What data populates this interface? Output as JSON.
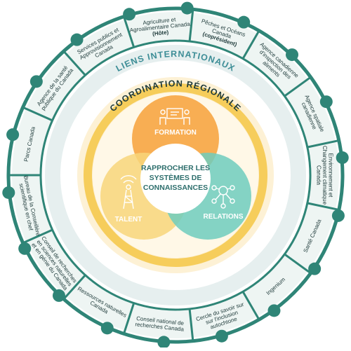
{
  "colors": {
    "ring_dark": "#2f8577",
    "ring_light": "#d9e9e6",
    "segment_fill": "#eef5f3",
    "node_fill": "#2f8577",
    "outer_ring_pale": "#e6efef",
    "intl_text": "#3e8e97",
    "yellow_ring": "#fdf1d5",
    "yellow_band": "#f6cd5b",
    "formation": "#f7a543",
    "talent": "#f8d67a",
    "relations": "#6fcdbd",
    "center_text": "#2d6e6c"
  },
  "outer_segments": [
    {
      "lines": [
        "Agriculture et",
        "Agroalimentaire Canada"
      ],
      "bold_line": "(Hôte)"
    },
    {
      "lines": [
        "Pêches et Océans",
        "Canada"
      ],
      "bold_line": "(coprésident)"
    },
    {
      "lines": [
        "Agence canadienne",
        "d'inspection des",
        "aliments"
      ]
    },
    {
      "lines": [
        "Agence spatiale",
        "canadienne"
      ]
    },
    {
      "lines": [
        "Environnement et",
        "Changement climatique",
        "Canada"
      ]
    },
    {
      "lines": [
        "Santé Canada"
      ]
    },
    {
      "lines": [
        "Ingenium"
      ]
    },
    {
      "lines": [
        "Cercle du savoir sur",
        "sur l'inclusion",
        "autochtone"
      ]
    },
    {
      "lines": [
        "Conseil national de",
        "recherches Canada"
      ]
    },
    {
      "lines": [
        "Ressources naturelles",
        "Canada"
      ]
    },
    {
      "lines": [
        "Conseil de recherches",
        "en sciences naturelles",
        "et en génie du Canada"
      ]
    },
    {
      "lines": [
        "Bureau de la Conseillère",
        "scientifique en chef"
      ]
    },
    {
      "lines": [
        "Parcs Canada"
      ]
    },
    {
      "lines": [
        "Agence de la santé",
        "publique du Canada"
      ]
    },
    {
      "lines": [
        "Services publics et",
        "Approvisionnement",
        "Canada"
      ]
    }
  ],
  "rings": {
    "international": "LIENS INTERNATIONAUX",
    "regional": "COORDINATION RÉGIONALE"
  },
  "center": {
    "lines": [
      "RAPPROCHER LES",
      "SYSTÈMES DE",
      "CONNAISSANCES"
    ]
  },
  "circles": {
    "formation": {
      "label": "FORMATION",
      "icon": "people-at-board-icon"
    },
    "talent": {
      "label": "TALENT",
      "icon": "radio-tower-icon"
    },
    "relations": {
      "label": "RELATIONS",
      "icon": "network-people-icon"
    }
  }
}
